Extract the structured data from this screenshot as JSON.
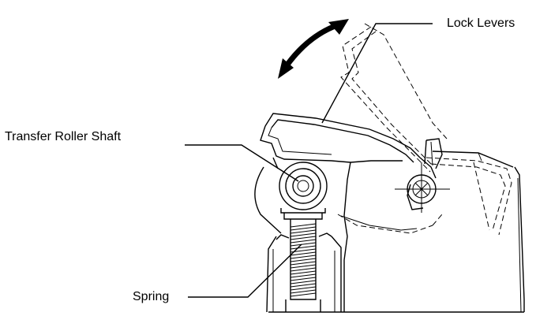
{
  "labels": {
    "lock_levers": "Lock Levers",
    "transfer_roller_shaft": "Transfer Roller Shaft",
    "spring": "Spring"
  },
  "colors": {
    "line": "#000000",
    "background": "#ffffff"
  },
  "icons": {
    "rotation_arrow": "curved-double-arrow-icon"
  }
}
